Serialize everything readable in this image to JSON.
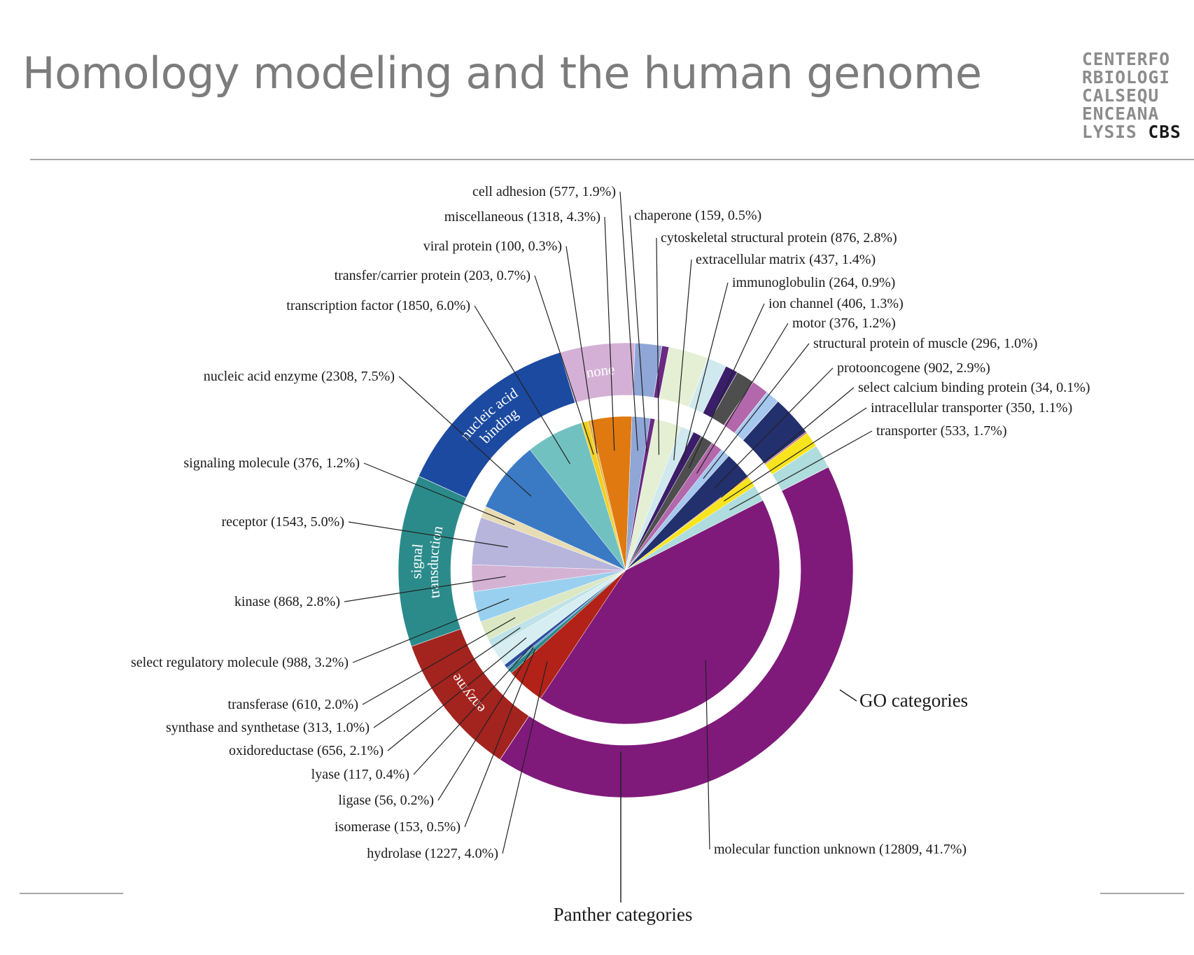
{
  "slide": {
    "title": "Homology modeling and the human genome",
    "logo_lines": [
      "CENTERFO",
      "RBIOLOGI",
      "CALSEQU",
      "ENCEANA",
      "LYSIS"
    ],
    "logo_mark": "CBS"
  },
  "chart_data": {
    "type": "pie",
    "inner_ring_label": "Panther categories",
    "outer_ring_label": "GO categories",
    "inner": [
      {
        "label": "molecular function unknown (12809, 41.7%)",
        "value": 41.7,
        "color": "#7f1a7a"
      },
      {
        "label": "hydrolase (1227, 4.0%)",
        "value": 4.0,
        "color": "#b22218"
      },
      {
        "label": "isomerase (153, 0.5%)",
        "value": 0.5,
        "color": "#2a8a8a"
      },
      {
        "label": "ligase (56, 0.2%)",
        "value": 0.2,
        "color": "#5a9ad0"
      },
      {
        "label": "lyase (117, 0.4%)",
        "value": 0.4,
        "color": "#2b4c9c"
      },
      {
        "label": "oxidoreductase (656, 2.1%)",
        "value": 2.1,
        "color": "#d6edf2"
      },
      {
        "label": "synthase and synthetase (313, 1.0%)",
        "value": 1.0,
        "color": "#bfe2e8"
      },
      {
        "label": "transferase (610, 2.0%)",
        "value": 2.0,
        "color": "#dbe8c3"
      },
      {
        "label": "select regulatory molecule (988, 3.2%)",
        "value": 3.2,
        "color": "#9ad0ef"
      },
      {
        "label": "kinase (868, 2.8%)",
        "value": 2.8,
        "color": "#d4b2d4"
      },
      {
        "label": "receptor (1543, 5.0%)",
        "value": 5.0,
        "color": "#b7b5dc"
      },
      {
        "label": "signaling molecule (376, 1.2%)",
        "value": 1.2,
        "color": "#e8dcb5"
      },
      {
        "label": "nucleic acid enzyme (2308, 7.5%)",
        "value": 7.5,
        "color": "#3a7ac4"
      },
      {
        "label": "transcription factor (1850, 6.0%)",
        "value": 6.0,
        "color": "#72c1c1"
      },
      {
        "label": "transfer/carrier protein (203, 0.7%)",
        "value": 0.7,
        "color": "#f0d020"
      },
      {
        "label": "viral protein (100, 0.3%)",
        "value": 0.3,
        "color": "#e7b03c"
      },
      {
        "label": "miscellaneous (1318, 4.3%)",
        "value": 4.3,
        "color": "#e07a10"
      },
      {
        "label": "cell adhesion (577, 1.9%)",
        "value": 1.9,
        "color": "#8fa6d6"
      },
      {
        "label": "chaperone (159, 0.5%)",
        "value": 0.5,
        "color": "#6a2a82"
      },
      {
        "label": "cytoskeletal structural protein (876, 2.8%)",
        "value": 2.8,
        "color": "#e4efd4"
      },
      {
        "label": "extracellular matrix (437, 1.4%)",
        "value": 1.4,
        "color": "#cfe9ee"
      },
      {
        "label": "immunoglobulin (264, 0.9%)",
        "value": 0.9,
        "color": "#3a1e6a"
      },
      {
        "label": "ion channel (406, 1.3%)",
        "value": 1.3,
        "color": "#4e4e4e"
      },
      {
        "label": "motor (376, 1.2%)",
        "value": 1.2,
        "color": "#b468ac"
      },
      {
        "label": "structural protein of muscle (296, 1.0%)",
        "value": 1.0,
        "color": "#a6c8ee"
      },
      {
        "label": "protooncogene (902, 2.9%)",
        "value": 2.9,
        "color": "#23306e"
      },
      {
        "label": "select calcium binding protein (34, 0.1%)",
        "value": 0.1,
        "color": "#c85050"
      },
      {
        "label": "intracellular transporter (350, 1.1%)",
        "value": 1.1,
        "color": "#f7e41c"
      },
      {
        "label": "transporter (533, 1.7%)",
        "value": 1.7,
        "color": "#afdcdc"
      }
    ],
    "outer": [
      {
        "label": "",
        "value": 41.7,
        "color": "#7f1a7a"
      },
      {
        "label": "enzyme",
        "value": 10.2,
        "color": "#a3231e"
      },
      {
        "label": "signal transduction",
        "value": 12.2,
        "color": "#2b8b8b"
      },
      {
        "label": "nucleic acid binding",
        "value": 13.5,
        "color": "#1c4aa0"
      },
      {
        "label": "none",
        "value": 5.3,
        "color": "#d4b0d6"
      },
      {
        "label": "",
        "value": 1.9,
        "color": "#8fa6d6"
      },
      {
        "label": "",
        "value": 0.5,
        "color": "#6a2a82"
      },
      {
        "label": "",
        "value": 2.8,
        "color": "#e4efd4"
      },
      {
        "label": "",
        "value": 1.4,
        "color": "#cfe9ee"
      },
      {
        "label": "",
        "value": 0.9,
        "color": "#3a1e6a"
      },
      {
        "label": "",
        "value": 1.3,
        "color": "#4e4e4e"
      },
      {
        "label": "",
        "value": 1.2,
        "color": "#b468ac"
      },
      {
        "label": "",
        "value": 1.0,
        "color": "#a6c8ee"
      },
      {
        "label": "",
        "value": 2.9,
        "color": "#23306e"
      },
      {
        "label": "",
        "value": 0.1,
        "color": "#c85050"
      },
      {
        "label": "",
        "value": 1.1,
        "color": "#f7e41c"
      },
      {
        "label": "",
        "value": 1.7,
        "color": "#afdcdc"
      }
    ]
  }
}
